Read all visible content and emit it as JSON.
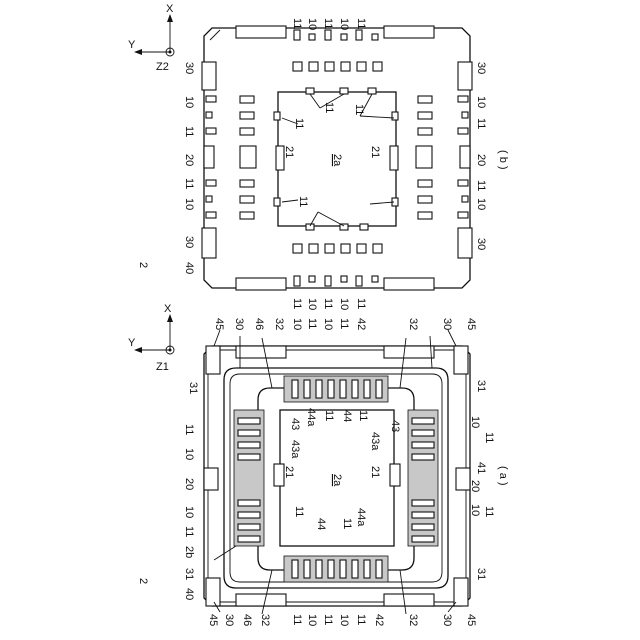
{
  "figure_b": {
    "caption": "( b )",
    "ref_assembly": "2",
    "axis": {
      "x": "X",
      "y": "Y",
      "z": "Z2"
    },
    "labels": {
      "top": [
        "11",
        "10",
        "11",
        "10",
        "11"
      ],
      "bottom": [
        "11",
        "10",
        "11",
        "10",
        "11"
      ],
      "left": [
        "30",
        "10",
        "11",
        "20",
        "11",
        "10",
        "30",
        "40"
      ],
      "right": [
        "30",
        "10",
        "11",
        "20",
        "11",
        "10",
        "30"
      ],
      "inner": [
        "11",
        "11",
        "11",
        "11",
        "21",
        "21",
        "2a"
      ]
    }
  },
  "figure_a": {
    "caption": "( a )",
    "ref_assembly": "2",
    "axis": {
      "x": "X",
      "y": "Y",
      "z": "Z1"
    },
    "labels": {
      "top": [
        "45",
        "30",
        "46",
        "32",
        "10",
        "11",
        "10",
        "11",
        "42",
        "32",
        "30",
        "45"
      ],
      "bottom": [
        "45",
        "30",
        "46",
        "32",
        "11",
        "10",
        "11",
        "10",
        "11",
        "42",
        "32",
        "30",
        "45"
      ],
      "left": [
        "31",
        "11",
        "10",
        "20",
        "10",
        "11",
        "2b",
        "31",
        "40"
      ],
      "right": [
        "31",
        "10",
        "11",
        "41",
        "20",
        "10",
        "11",
        "31"
      ],
      "inner": [
        "43",
        "43a",
        "44a",
        "11",
        "44",
        "11",
        "43a",
        "43",
        "21",
        "21",
        "2a",
        "11",
        "44",
        "11",
        "44a"
      ]
    }
  }
}
